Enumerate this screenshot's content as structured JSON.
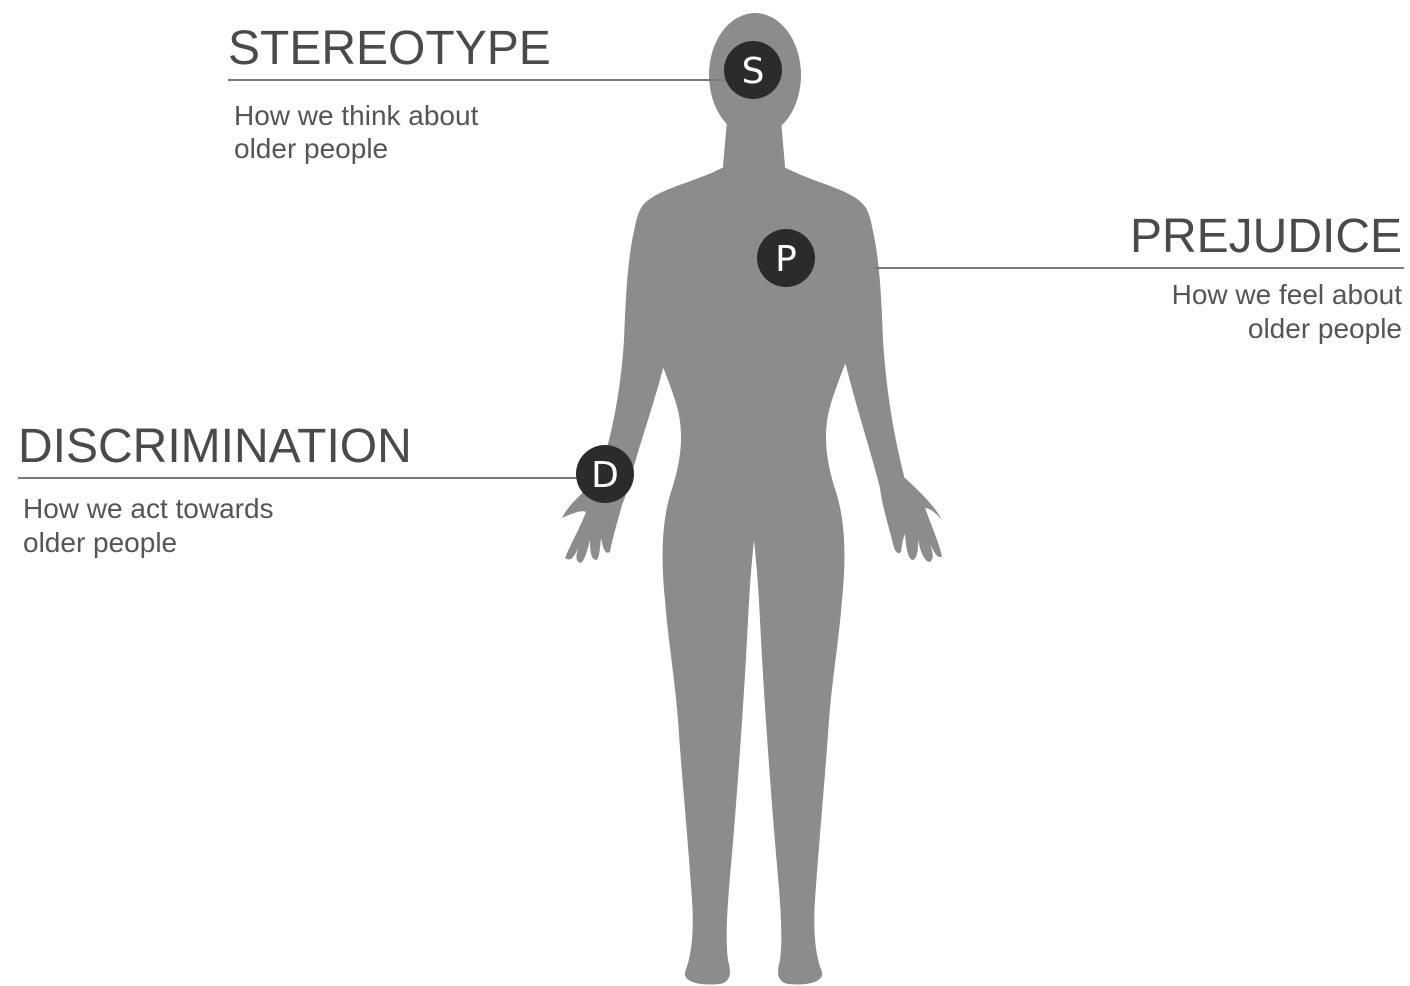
{
  "concepts": {
    "stereotype": {
      "letter": "S",
      "title": "STEREOTYPE",
      "desc_line1": "How we think about",
      "desc_line2": "older people"
    },
    "prejudice": {
      "letter": "P",
      "title": "PREJUDICE",
      "desc_line1": "How we feel about",
      "desc_line2": "older people"
    },
    "discrimination": {
      "letter": "D",
      "title": "DISCRIMINATION",
      "desc_line1": "How we act towards",
      "desc_line2": "older people"
    }
  },
  "colors": {
    "figure": "#8c8c8c",
    "badge": "#2b2b2b",
    "line": "#7a7a7a",
    "heading_text": "#4a4a4a",
    "desc_text": "#555555"
  }
}
